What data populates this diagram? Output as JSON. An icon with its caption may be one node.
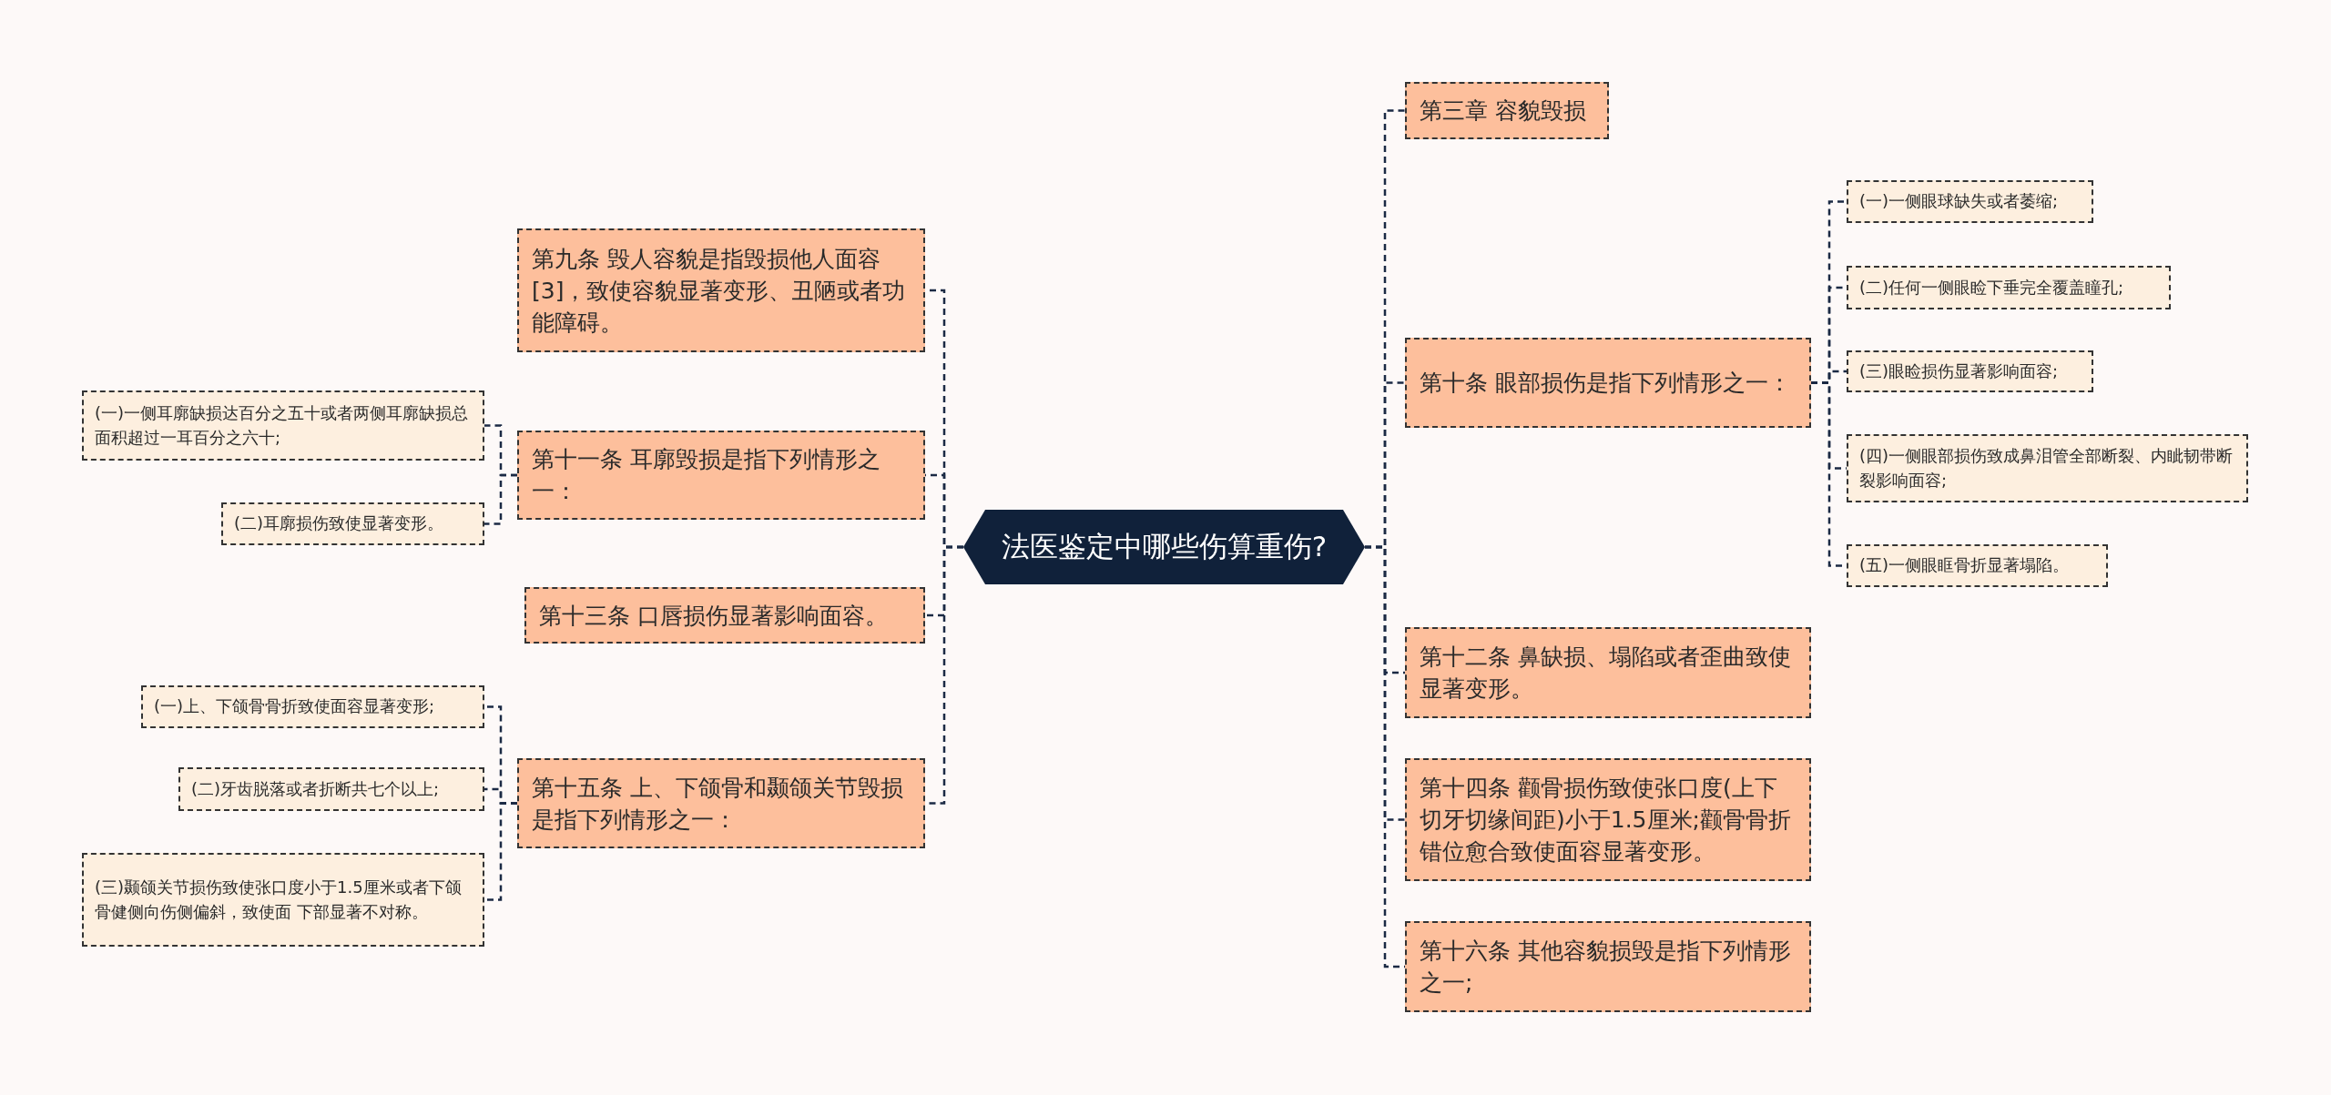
{
  "diagram": {
    "nodes": [
      {
        "text": [
          "法医鉴定中哪些伤算重伤?"
        ]
      },
      {
        "text": [
          "第九条 毁人容貌是指毁损他人面容[3]，致使容貌显著变形、丑陋或者功能障碍。"
        ]
      },
      {
        "text": [
          "第十一条 耳廓毁损是指下列情形之一："
        ]
      },
      {
        "text": [
          "(一)一侧耳廓缺损达百分之五十或者两侧耳廓缺损总面积超过一耳百分之六十;"
        ]
      },
      {
        "text": [
          "(二)耳廓损伤致使显著变形。"
        ]
      },
      {
        "text": [
          "第十三条 口唇损伤显著影响面容。"
        ]
      },
      {
        "text": [
          "第十五条 上、下颌骨和颞颌关节毁损是指下列情形之一："
        ]
      },
      {
        "text": [
          "(一)上、下颌骨骨折致使面容显著变形;"
        ]
      },
      {
        "text": [
          "(二)牙齿脱落或者折断共七个以上;"
        ]
      },
      {
        "text": [
          "(三)颞颌关节损伤致使张口度小于1.5厘米或者下颌骨健侧向伤侧偏斜，致使面 下部显著不对称。"
        ]
      },
      {
        "text": [
          "第三章 容貌毁损"
        ]
      },
      {
        "text": [
          "第十条 眼部损伤是指下列情形之一："
        ]
      },
      {
        "text": [
          "(一)一侧眼球缺失或者萎缩;"
        ]
      },
      {
        "text": [
          "(二)任何一侧眼睑下垂完全覆盖瞳孔;"
        ]
      },
      {
        "text": [
          "(三)眼睑损伤显著影响面容;"
        ]
      },
      {
        "text": [
          "(四)一侧眼部损伤致成鼻泪管全部断裂、内眦韧带断裂影响面容;"
        ]
      },
      {
        "text": [
          "(五)一侧眼眶骨折显著塌陷。"
        ]
      },
      {
        "text": [
          "第十二条 鼻缺损、塌陷或者歪曲致使显著变形。"
        ]
      },
      {
        "text": [
          "第十四条 颧骨损伤致使张口度(上下切牙切缘间距)小于1.5厘米;颧骨骨折错位愈合致使面容显著变形。"
        ]
      },
      {
        "text": [
          "第十六条 其他容貌损毁是指下列情形之一;"
        ]
      }
    ],
    "edges": [
      {
        "from": 0,
        "to": 1,
        "arrow": "none"
      },
      {
        "from": 0,
        "to": 2,
        "arrow": "none"
      },
      {
        "from": 2,
        "to": 3,
        "arrow": "none"
      },
      {
        "from": 2,
        "to": 4,
        "arrow": "none"
      },
      {
        "from": 0,
        "to": 5,
        "arrow": "none"
      },
      {
        "from": 0,
        "to": 6,
        "arrow": "none"
      },
      {
        "from": 6,
        "to": 7,
        "arrow": "none"
      },
      {
        "from": 6,
        "to": 8,
        "arrow": "none"
      },
      {
        "from": 6,
        "to": 9,
        "arrow": "none"
      },
      {
        "from": 0,
        "to": 10,
        "arrow": "none"
      },
      {
        "from": 0,
        "to": 11,
        "arrow": "none"
      },
      {
        "from": 11,
        "to": 12,
        "arrow": "none"
      },
      {
        "from": 11,
        "to": 13,
        "arrow": "none"
      },
      {
        "from": 11,
        "to": 14,
        "arrow": "none"
      },
      {
        "from": 11,
        "to": 15,
        "arrow": "none"
      },
      {
        "from": 11,
        "to": 16,
        "arrow": "none"
      },
      {
        "from": 0,
        "to": 17,
        "arrow": "none"
      },
      {
        "from": 0,
        "to": 18,
        "arrow": "none"
      },
      {
        "from": 0,
        "to": 19,
        "arrow": "none"
      }
    ]
  }
}
